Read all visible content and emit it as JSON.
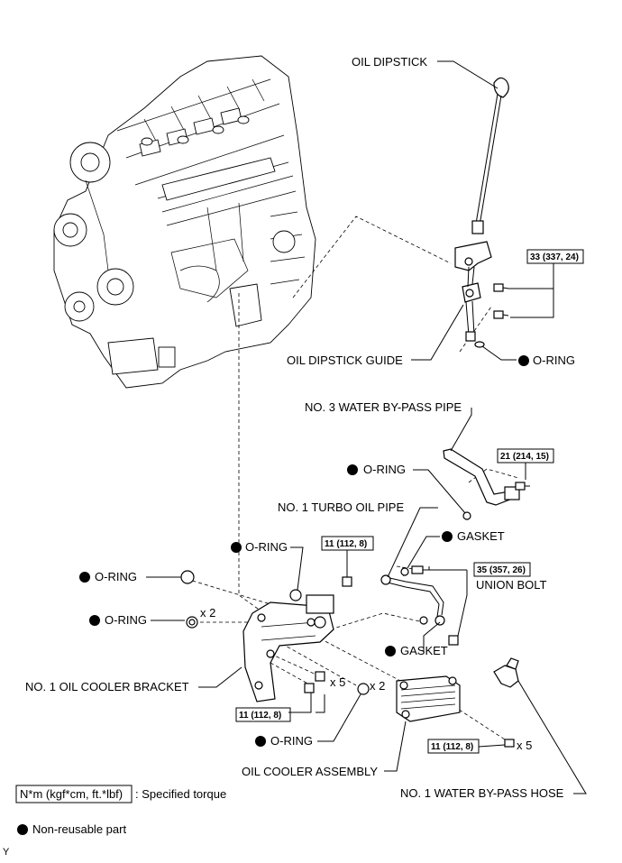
{
  "labels": {
    "oil_dipstick": "OIL DIPSTICK",
    "oil_dipstick_guide": "OIL DIPSTICK GUIDE",
    "o_ring": "O-RING",
    "no3_water_bypass_pipe": "NO. 3 WATER BY-PASS PIPE",
    "no1_turbo_oil_pipe": "NO. 1 TURBO OIL PIPE",
    "gasket": "GASKET",
    "union_bolt": "UNION BOLT",
    "no1_oil_cooler_bracket": "NO. 1 OIL COOLER BRACKET",
    "oil_cooler_assembly": "OIL COOLER ASSEMBLY",
    "no1_water_bypass_hose": "NO. 1 WATER BY-PASS HOSE"
  },
  "torques": {
    "dipstick_guide_bolts": "33 (337, 24)",
    "water_pipe_bolt": "21 (214, 15)",
    "union_bolt": "35 (357, 26)",
    "bracket_top_bolt": "11 (112, 8)",
    "bracket_bolts": "11 (112, 8)",
    "cooler_bolts": "11 (112, 8)"
  },
  "quantities": {
    "x2_oring_left": "x 2",
    "x5_bracket": "x 5",
    "x2_oring_cooler": "x 2",
    "x5_cooler": "x 5"
  },
  "legend": {
    "torque_unit": "N*m (kgf*cm, ft.*lbf)",
    "torque_desc": ": Specified torque",
    "nonreusable": "Non-reusable part"
  },
  "corner_mark": "Y"
}
